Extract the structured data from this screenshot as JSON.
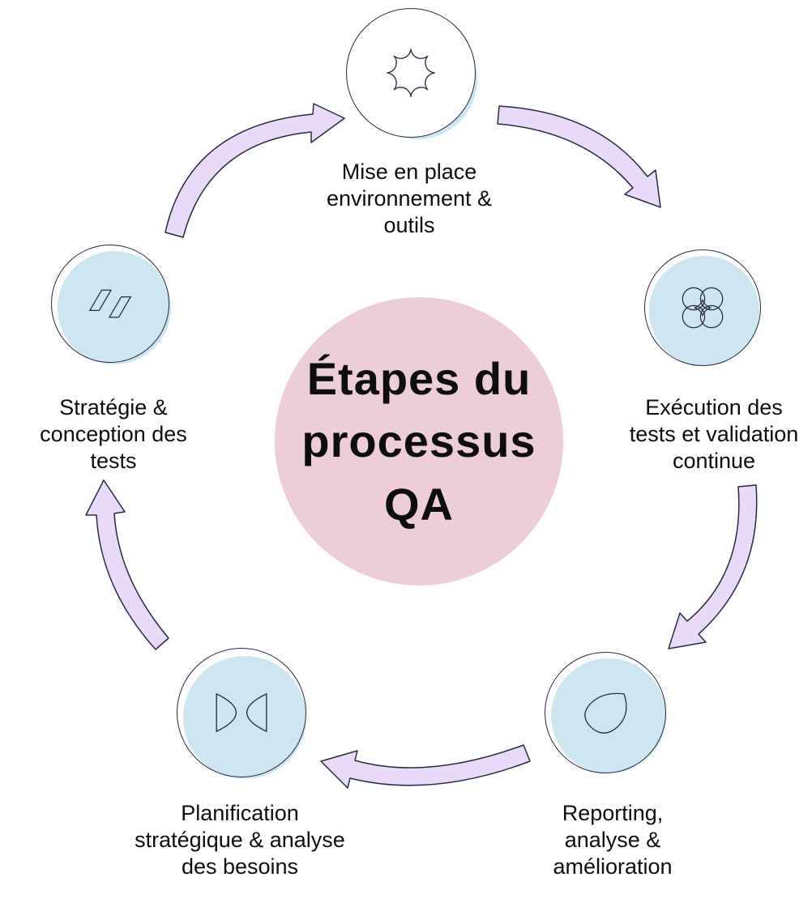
{
  "diagram": {
    "title": "Étapes du\nprocessus QA",
    "steps": [
      {
        "label": "Mise en place\nenvironnement &\noutils",
        "icon": "flower-icon",
        "position": "top"
      },
      {
        "label": "Exécution des\ntests et validation\ncontinue",
        "icon": "quatrefoil-star-icon",
        "position": "right"
      },
      {
        "label": "Reporting,\nanalyse &\namélioration",
        "icon": "drop-icon",
        "position": "bottom-right"
      },
      {
        "label": "Planification\nstratégique & analyse\ndes besoins",
        "icon": "twin-half-discs-icon",
        "position": "bottom-left"
      },
      {
        "label": "Stratégie &\nconception des\ntests",
        "icon": "parallelograms-icon",
        "position": "left"
      }
    ],
    "colors": {
      "node_fill": "#cde6f2",
      "center_fill": "#eecdda",
      "arrow_fill": "#e8daf8",
      "outline": "#262b3f",
      "text": "#0e0e0e"
    }
  }
}
